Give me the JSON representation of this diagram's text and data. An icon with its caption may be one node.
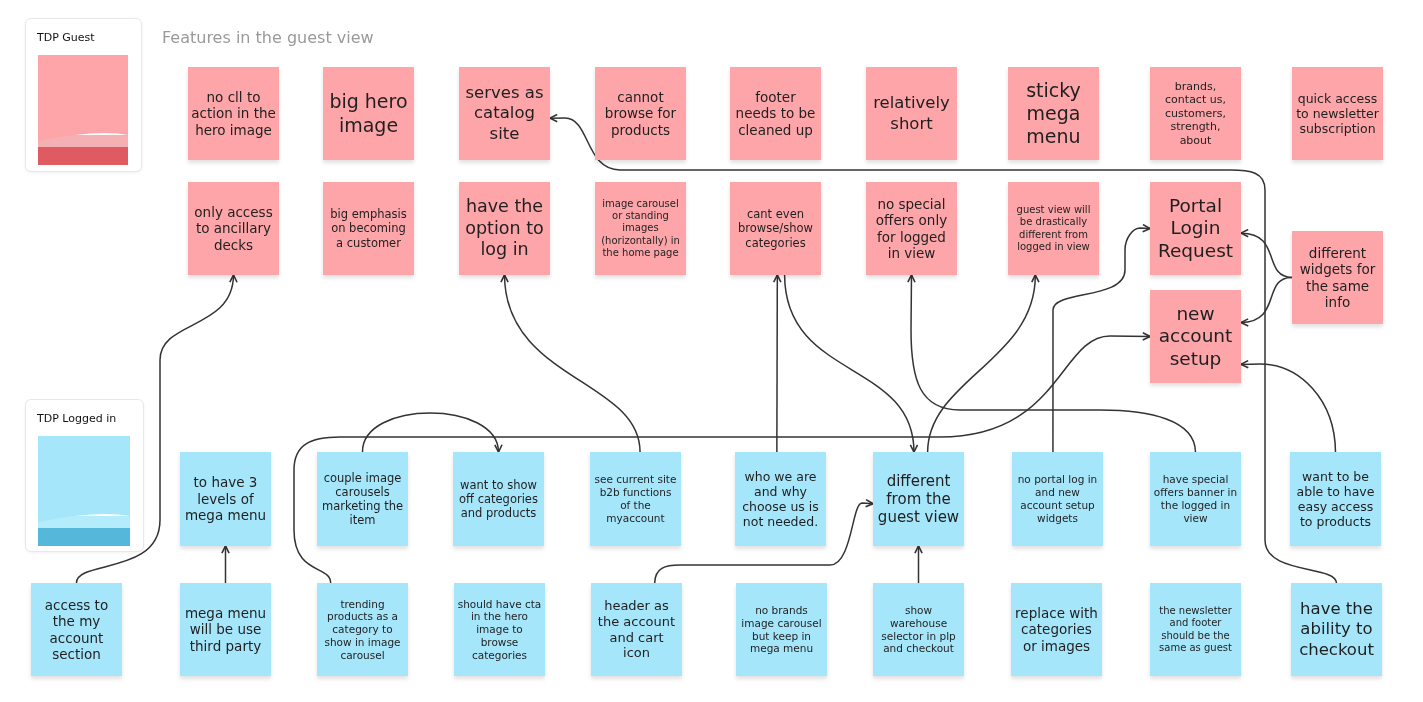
{
  "diagram": {
    "title": "Features in the guest view",
    "nodes": [
      {
        "text": [
          "TDP Guest"
        ]
      },
      {
        "text": [
          "no cll to action in the hero image"
        ]
      },
      {
        "text": [
          "big hero image"
        ]
      },
      {
        "text": [
          "serves as catalog site"
        ]
      },
      {
        "text": [
          "cannot browse for products"
        ]
      },
      {
        "text": [
          "footer needs to be cleaned up"
        ]
      },
      {
        "text": [
          "relatively short"
        ]
      },
      {
        "text": [
          "sticky mega menu"
        ]
      },
      {
        "text": [
          "brands, contact us, customers, strength, about"
        ]
      },
      {
        "text": [
          "quick access to newsletter subscription"
        ]
      },
      {
        "text": [
          "only access to ancillary decks"
        ]
      },
      {
        "text": [
          "big emphasis on becoming a customer"
        ]
      },
      {
        "text": [
          "have the option to log in"
        ]
      },
      {
        "text": [
          "image carousel or standing images (horizontally) in the home page"
        ]
      },
      {
        "text": [
          "cant even browse/show categories"
        ]
      },
      {
        "text": [
          "no special offers only for logged in view"
        ]
      },
      {
        "text": [
          "guest view will be drastically different from logged in view"
        ]
      },
      {
        "text": [
          "Portal Login Request"
        ]
      },
      {
        "text": [
          "different widgets for the same info"
        ]
      },
      {
        "text": [
          "new account setup"
        ]
      },
      {
        "text": [
          "TDP Logged in"
        ]
      },
      {
        "text": [
          "to have 3 levels of mega menu"
        ]
      },
      {
        "text": [
          "couple image carousels marketing the item"
        ]
      },
      {
        "text": [
          "want to show off categories and products"
        ]
      },
      {
        "text": [
          "see current site b2b functions of the myaccount"
        ]
      },
      {
        "text": [
          "who we are and why choose us is not needed."
        ]
      },
      {
        "text": [
          "different from the guest view"
        ]
      },
      {
        "text": [
          "no portal log in and new account setup widgets"
        ]
      },
      {
        "text": [
          "have special offers banner in the logged in view"
        ]
      },
      {
        "text": [
          "want to be able to have easy access to products"
        ]
      },
      {
        "text": [
          "access to the my account section"
        ]
      },
      {
        "text": [
          "mega menu will be use third party"
        ]
      },
      {
        "text": [
          "trending products as a category to show in image carousel"
        ]
      },
      {
        "text": [
          "should have cta in the hero image to browse categories"
        ]
      },
      {
        "text": [
          "header as the account and cart icon"
        ]
      },
      {
        "text": [
          "no brands image carousel but keep in mega menu"
        ]
      },
      {
        "text": [
          "show warehouse selector in plp and checkout"
        ]
      },
      {
        "text": [
          "replace with categories or images"
        ]
      },
      {
        "text": [
          "the newsletter and footer should be the same as guest"
        ]
      },
      {
        "text": [
          "have the ability to checkout"
        ]
      }
    ],
    "edges": [
      {
        "from": 30,
        "to": 10,
        "arrow": "to"
      },
      {
        "from": 31,
        "to": 21,
        "arrow": "to"
      },
      {
        "from": 22,
        "to": 23,
        "arrow": "to"
      },
      {
        "from": 24,
        "to": 12,
        "arrow": "to"
      },
      {
        "from": 32,
        "to": 19,
        "arrow": "to"
      },
      {
        "from": 25,
        "to": 14,
        "arrow": "to"
      },
      {
        "from": 14,
        "to": 26,
        "arrow": "to"
      },
      {
        "from": 26,
        "to": 16,
        "arrow": "to"
      },
      {
        "from": 34,
        "to": 26,
        "arrow": "to"
      },
      {
        "from": 36,
        "to": 26,
        "arrow": "to"
      },
      {
        "from": 27,
        "to": 17,
        "arrow": "to"
      },
      {
        "from": 28,
        "to": 15,
        "arrow": "to"
      },
      {
        "from": 29,
        "to": 19,
        "arrow": "to"
      },
      {
        "from": 18,
        "to": 17,
        "arrow": "to"
      },
      {
        "from": 18,
        "to": 19,
        "arrow": "to"
      },
      {
        "from": 39,
        "to": 3,
        "arrow": "to"
      }
    ]
  }
}
